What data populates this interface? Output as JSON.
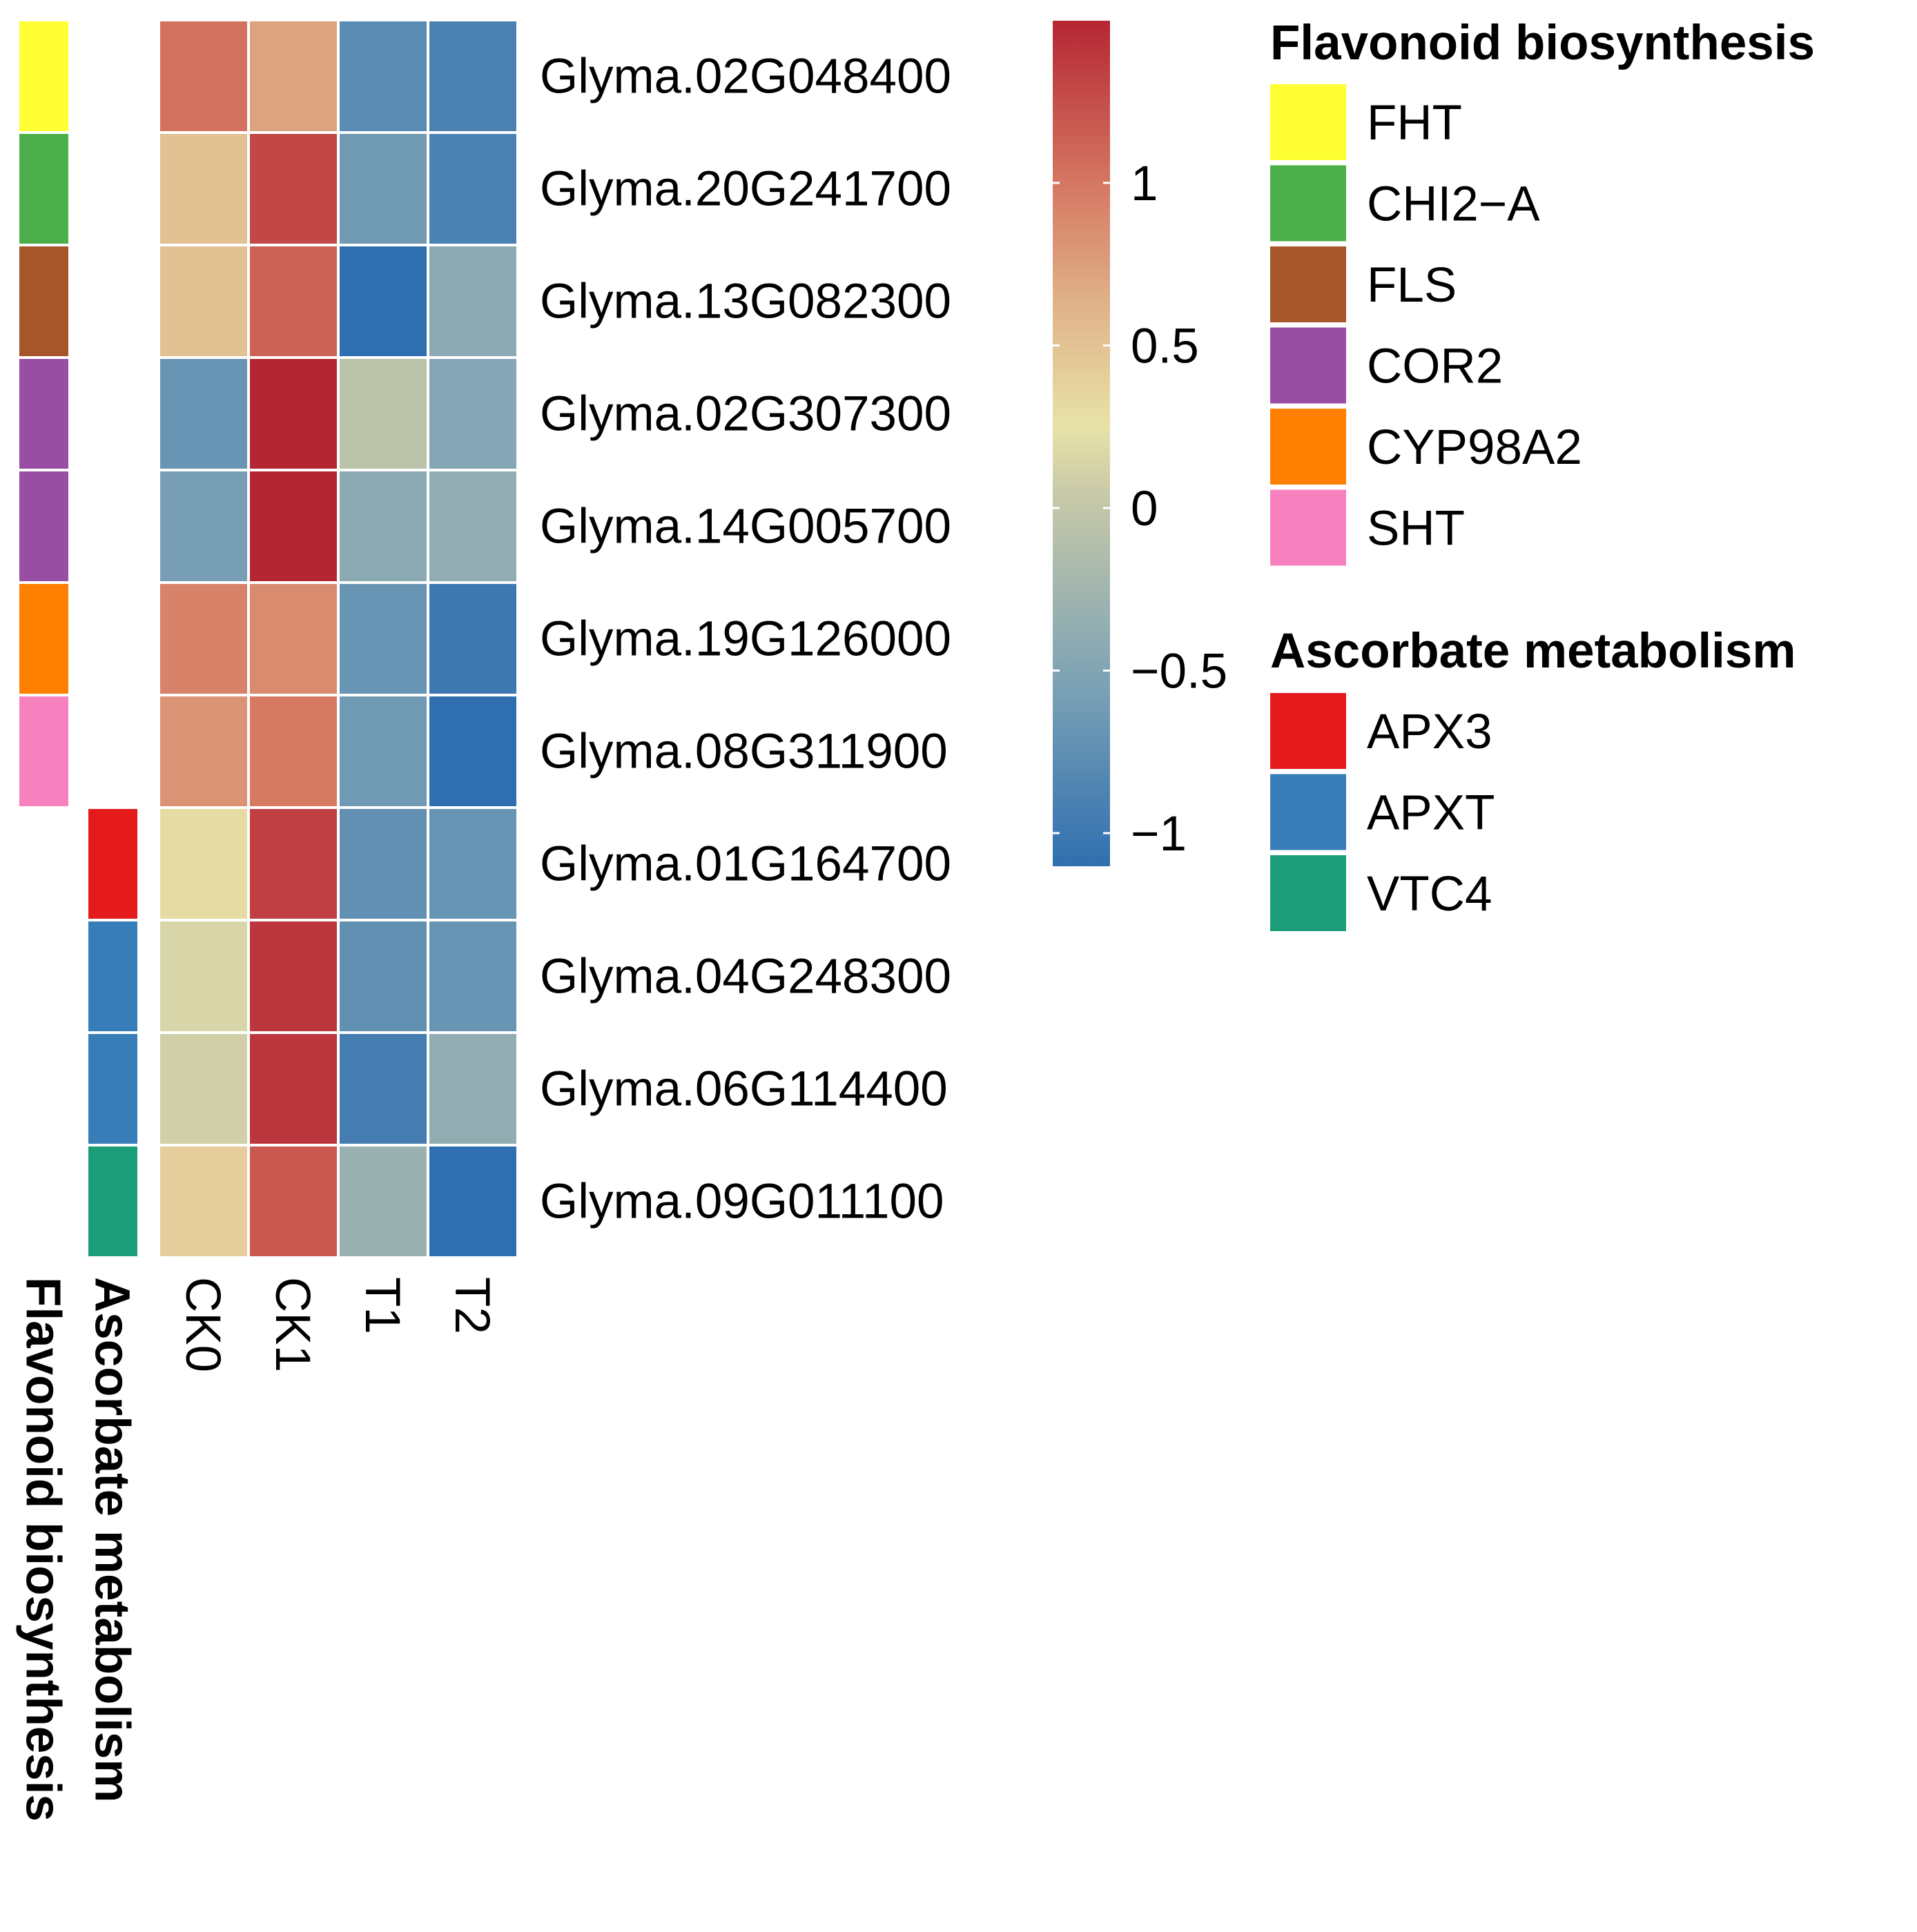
{
  "chart_data": {
    "type": "heatmap",
    "columns": [
      "CK0",
      "CK1",
      "T1",
      "T2"
    ],
    "rows": [
      "Glyma.02G048400",
      "Glyma.20G241700",
      "Glyma.13G082300",
      "Glyma.02G307300",
      "Glyma.14G005700",
      "Glyma.19G126000",
      "Glyma.08G311900",
      "Glyma.01G164700",
      "Glyma.04G248300",
      "Glyma.06G114400",
      "Glyma.09G011100"
    ],
    "values": [
      [
        0.95,
        0.65,
        -0.8,
        -0.9
      ],
      [
        0.45,
        1.2,
        -0.65,
        -0.9
      ],
      [
        0.45,
        1.05,
        -1.15,
        -0.45
      ],
      [
        -0.7,
        1.4,
        -0.1,
        -0.5
      ],
      [
        -0.6,
        1.4,
        -0.45,
        -0.4
      ],
      [
        0.85,
        0.8,
        -0.7,
        -1.0
      ],
      [
        0.75,
        0.9,
        -0.65,
        -1.1
      ],
      [
        0.25,
        1.25,
        -0.75,
        -0.7
      ],
      [
        0.1,
        1.3,
        -0.75,
        -0.7
      ],
      [
        0.05,
        1.3,
        -0.95,
        -0.4
      ],
      [
        0.35,
        1.1,
        -0.35,
        -1.1
      ]
    ],
    "color_scale": {
      "stops": [
        {
          "value": -1.1,
          "color": "#2f6fb0"
        },
        {
          "value": -0.55,
          "color": "#7ea3b5"
        },
        {
          "value": 0.0,
          "color": "#c8c9a8"
        },
        {
          "value": 0.2,
          "color": "#e8e2a8"
        },
        {
          "value": 0.55,
          "color": "#e0b48a"
        },
        {
          "value": 0.9,
          "color": "#d67a64"
        },
        {
          "value": 1.4,
          "color": "#b52633"
        }
      ],
      "ticks": [
        {
          "value": 1,
          "label": "1"
        },
        {
          "value": 0.5,
          "label": "0.5"
        },
        {
          "value": 0,
          "label": "0"
        },
        {
          "value": -0.5,
          "label": "−0.5"
        },
        {
          "value": -1,
          "label": "−1"
        }
      ]
    },
    "annotations": {
      "flavonoid": {
        "title": "Flavonoid biosynthesis",
        "row_values": [
          "FHT",
          "CHI2−A",
          "FLS",
          "COR2",
          "COR2",
          "CYP98A2",
          "SHT",
          null,
          null,
          null,
          null
        ],
        "legend": [
          {
            "label": "FHT",
            "color": "#ffff33"
          },
          {
            "label": "CHI2−A",
            "color": "#4daf4a"
          },
          {
            "label": "FLS",
            "color": "#a65628"
          },
          {
            "label": "COR2",
            "color": "#984ea3"
          },
          {
            "label": "CYP98A2",
            "color": "#ff7f00"
          },
          {
            "label": "SHT",
            "color": "#f781bf"
          }
        ]
      },
      "ascorbate": {
        "title": "Ascorbate metabolism",
        "row_values": [
          null,
          null,
          null,
          null,
          null,
          null,
          null,
          "APX3",
          "APXT",
          "APXT",
          "VTC4"
        ],
        "legend": [
          {
            "label": "APX3",
            "color": "#e41a1c"
          },
          {
            "label": "APXT",
            "color": "#377eb8"
          },
          {
            "label": "VTC4",
            "color": "#1b9e77"
          }
        ]
      }
    }
  }
}
